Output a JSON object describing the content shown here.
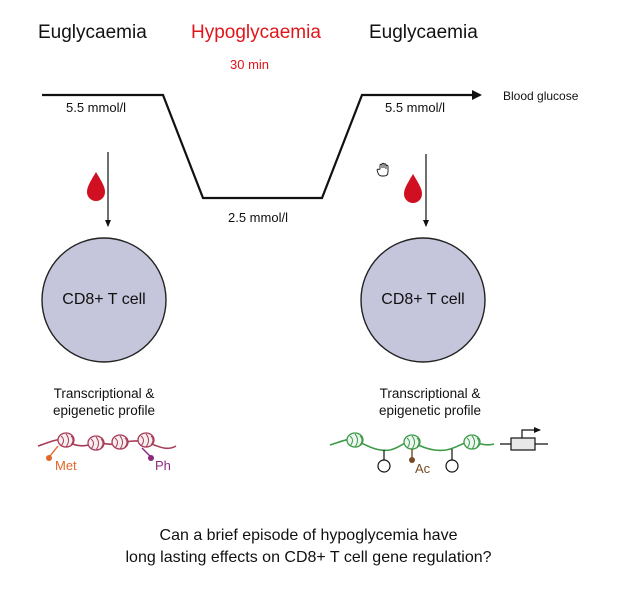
{
  "phases": {
    "left": "Euglycaemia",
    "middle": "Hypoglycaemia",
    "right": "Euglycaemia",
    "duration": "30 min"
  },
  "glucose": {
    "left": "5.5 mmol/l",
    "low": "2.5 mmol/l",
    "right": "5.5 mmol/l",
    "axis_label": "Blood glucose"
  },
  "cells": {
    "left_label": "CD8+ T cell",
    "right_label": "CD8+ T cell",
    "fill_color": "#c5c5dc"
  },
  "profiles": {
    "left_line1": "Transcriptional &",
    "left_line2": "epigenetic profile",
    "right_line1": "Transcriptional &",
    "right_line2": "epigenetic profile"
  },
  "marks": {
    "met": "Met",
    "ph": "Ph",
    "ac": "Ac"
  },
  "colors": {
    "hypo_red": "#e0161b",
    "blood_drop": "#d01020",
    "chromatin_left": "#a83a55",
    "chromatin_right": "#3c9a48",
    "met_color": "#e2662a",
    "ph_color": "#8c2a7e",
    "ac_color": "#7a4a22"
  },
  "question": {
    "line1": "Can a brief episode of hypoglycemia have",
    "line2": "long lasting effects on CD8+ T cell gene regulation?"
  }
}
